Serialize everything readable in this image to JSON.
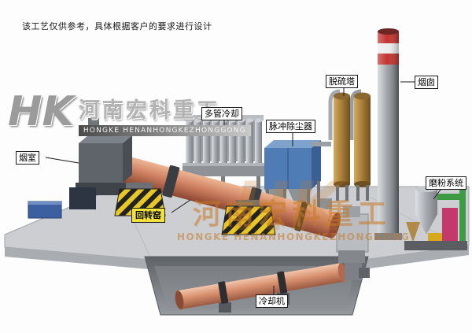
{
  "disclaimer": "该工艺仅供参考，具体根据客户的要求进行设计",
  "logo": {
    "monogram": "HK",
    "company_cn": "河南宏科重工",
    "company_en": "HONGKE HENANHONGKEZHONGGONG"
  },
  "watermark": {
    "monogram": "HK",
    "company_cn": "河南宏科重工",
    "company_en": "HONGKE HENANHONGKEZHONGGONG"
  },
  "equipment_labels": {
    "smoke_chamber": "烟室",
    "rotary_kiln": "回转窑",
    "multi_tube_cooler": "多管冷却",
    "pulse_dust_collector": "脉冲除尘器",
    "desulfurization_tower": "脱硫塔",
    "chimney": "烟囱",
    "grinding_system": "磨粉系统",
    "cooling_machine": "冷却机"
  },
  "colors": {
    "kiln_salmon": "#cf8162",
    "dust_collector_blue": "#4f7cb4",
    "tower_tan": "#a67d38",
    "chimney_red": "#c23430",
    "hazard_yellow": "#e8c826",
    "watermark_orange": "#c67a26",
    "label_yellow_bg": "#f2e23a",
    "platform_gray": "#ccced1"
  }
}
